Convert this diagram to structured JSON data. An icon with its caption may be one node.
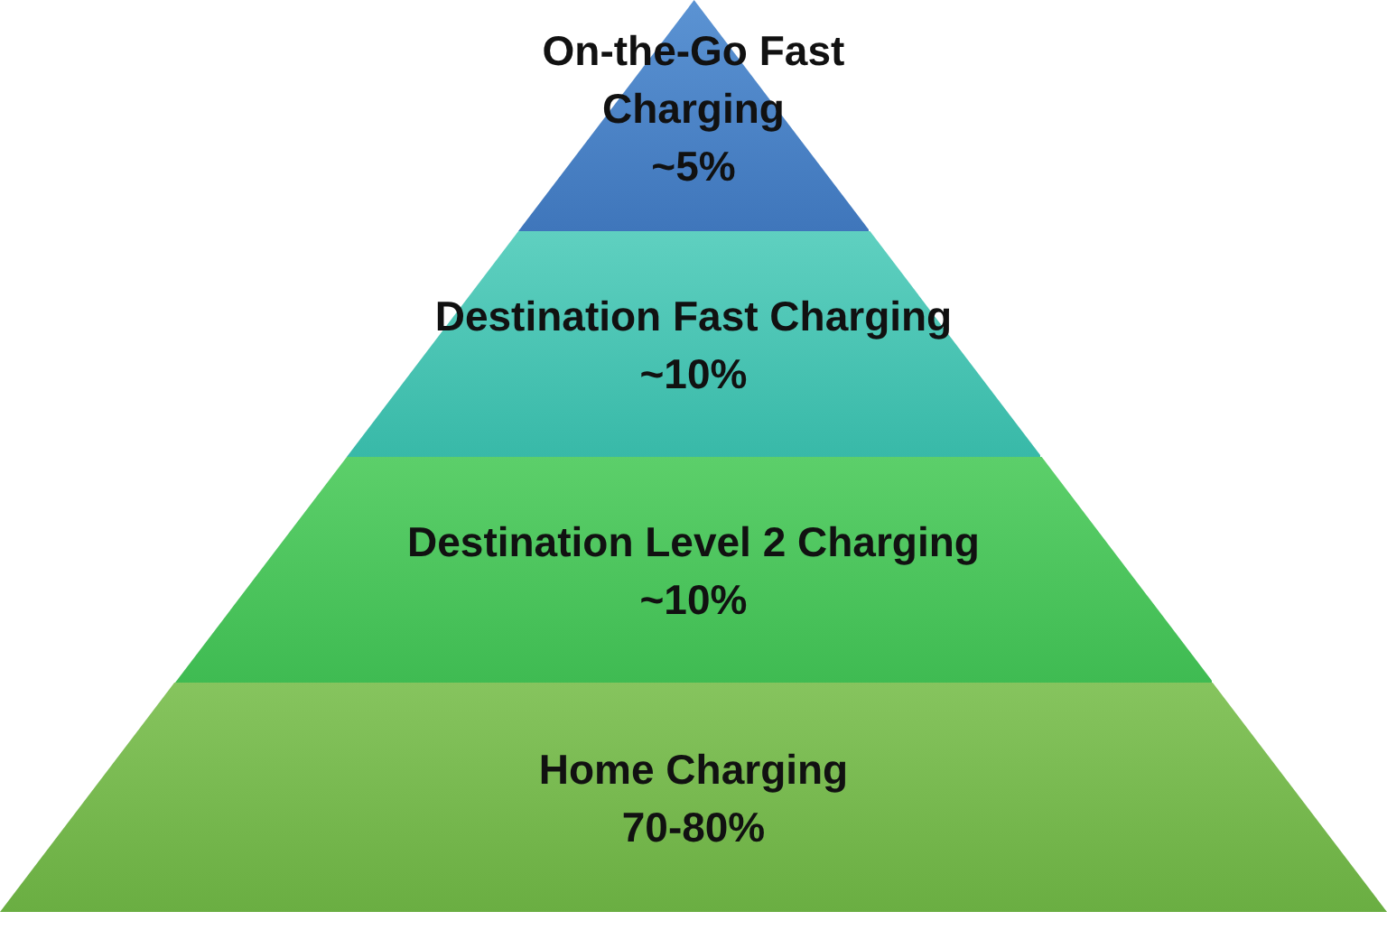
{
  "diagram": {
    "nodes": [
      {
        "text": [
          "On-the-Go Fast Charging",
          "~5%"
        ]
      },
      {
        "text": [
          "Destination Fast Charging",
          "~10%"
        ]
      },
      {
        "text": [
          "Destination Level 2 Charging",
          "~10%"
        ]
      },
      {
        "text": [
          "Home Charging",
          "70-80%"
        ]
      }
    ]
  }
}
